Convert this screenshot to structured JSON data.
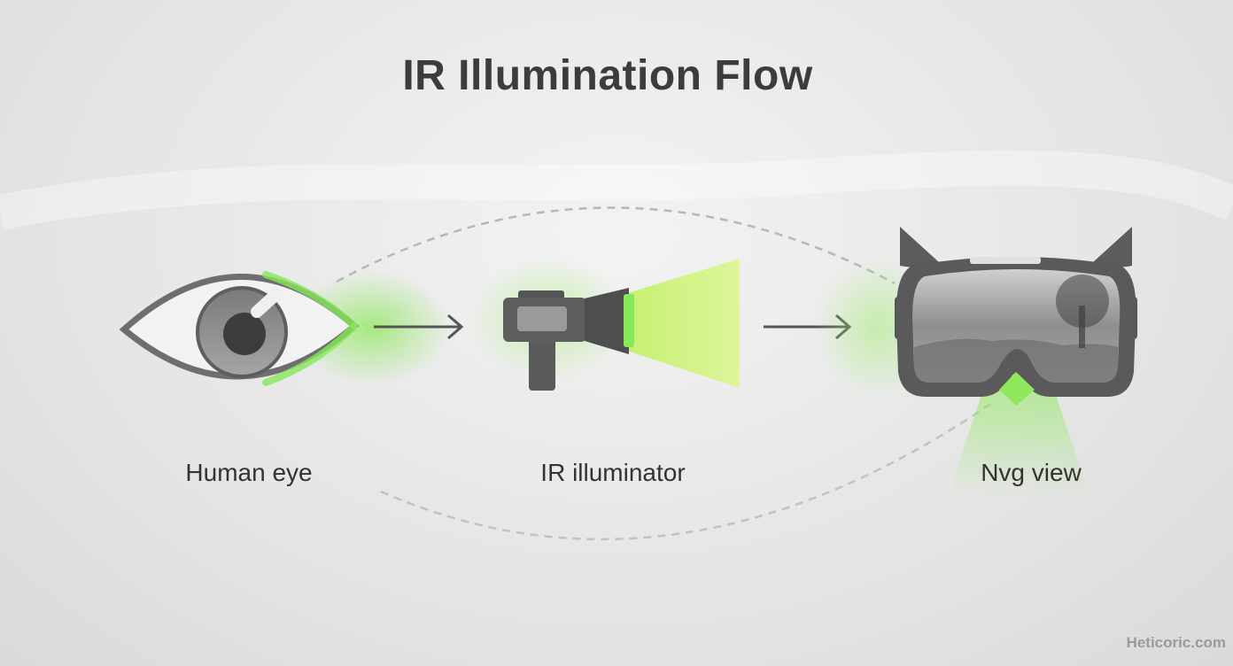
{
  "diagram": {
    "title": "IR Illumination Flow",
    "nodes": [
      {
        "id": "eye",
        "label": "Human eye",
        "icon": "eye-icon"
      },
      {
        "id": "illuminator",
        "label": "IR illuminator",
        "icon": "ir-illuminator-icon"
      },
      {
        "id": "nvg",
        "label": "Nvg view",
        "icon": "night-vision-goggles-icon"
      }
    ],
    "arrows": [
      {
        "from": "eye",
        "to": "illuminator"
      },
      {
        "from": "illuminator",
        "to": "nvg"
      }
    ],
    "watermark": "Heticoric.com"
  },
  "colors": {
    "ir_green": "#9be86a",
    "beam_green": "#d6f57a",
    "icon_gray": "#5a5a5a",
    "title": "#3c3c3c",
    "background": "#e6e6e6"
  }
}
